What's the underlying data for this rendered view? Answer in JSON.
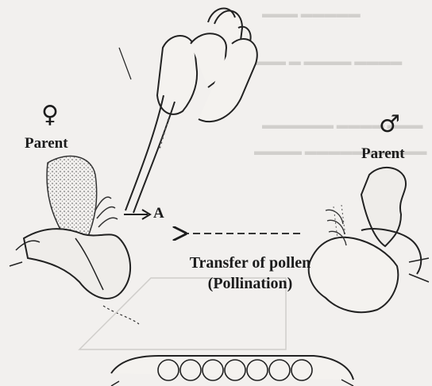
{
  "diagram": {
    "female_symbol": "♀",
    "female_label": "Parent",
    "male_symbol": "♂",
    "male_label": "Parent",
    "arrow_label": "A",
    "transfer_line1": "Transfer of pollen",
    "transfer_line2": "(Pollination)"
  },
  "colors": {
    "paper": "#f2f0ee",
    "ink": "#1c1c1c",
    "bleed_through": "#c9c7c4"
  }
}
